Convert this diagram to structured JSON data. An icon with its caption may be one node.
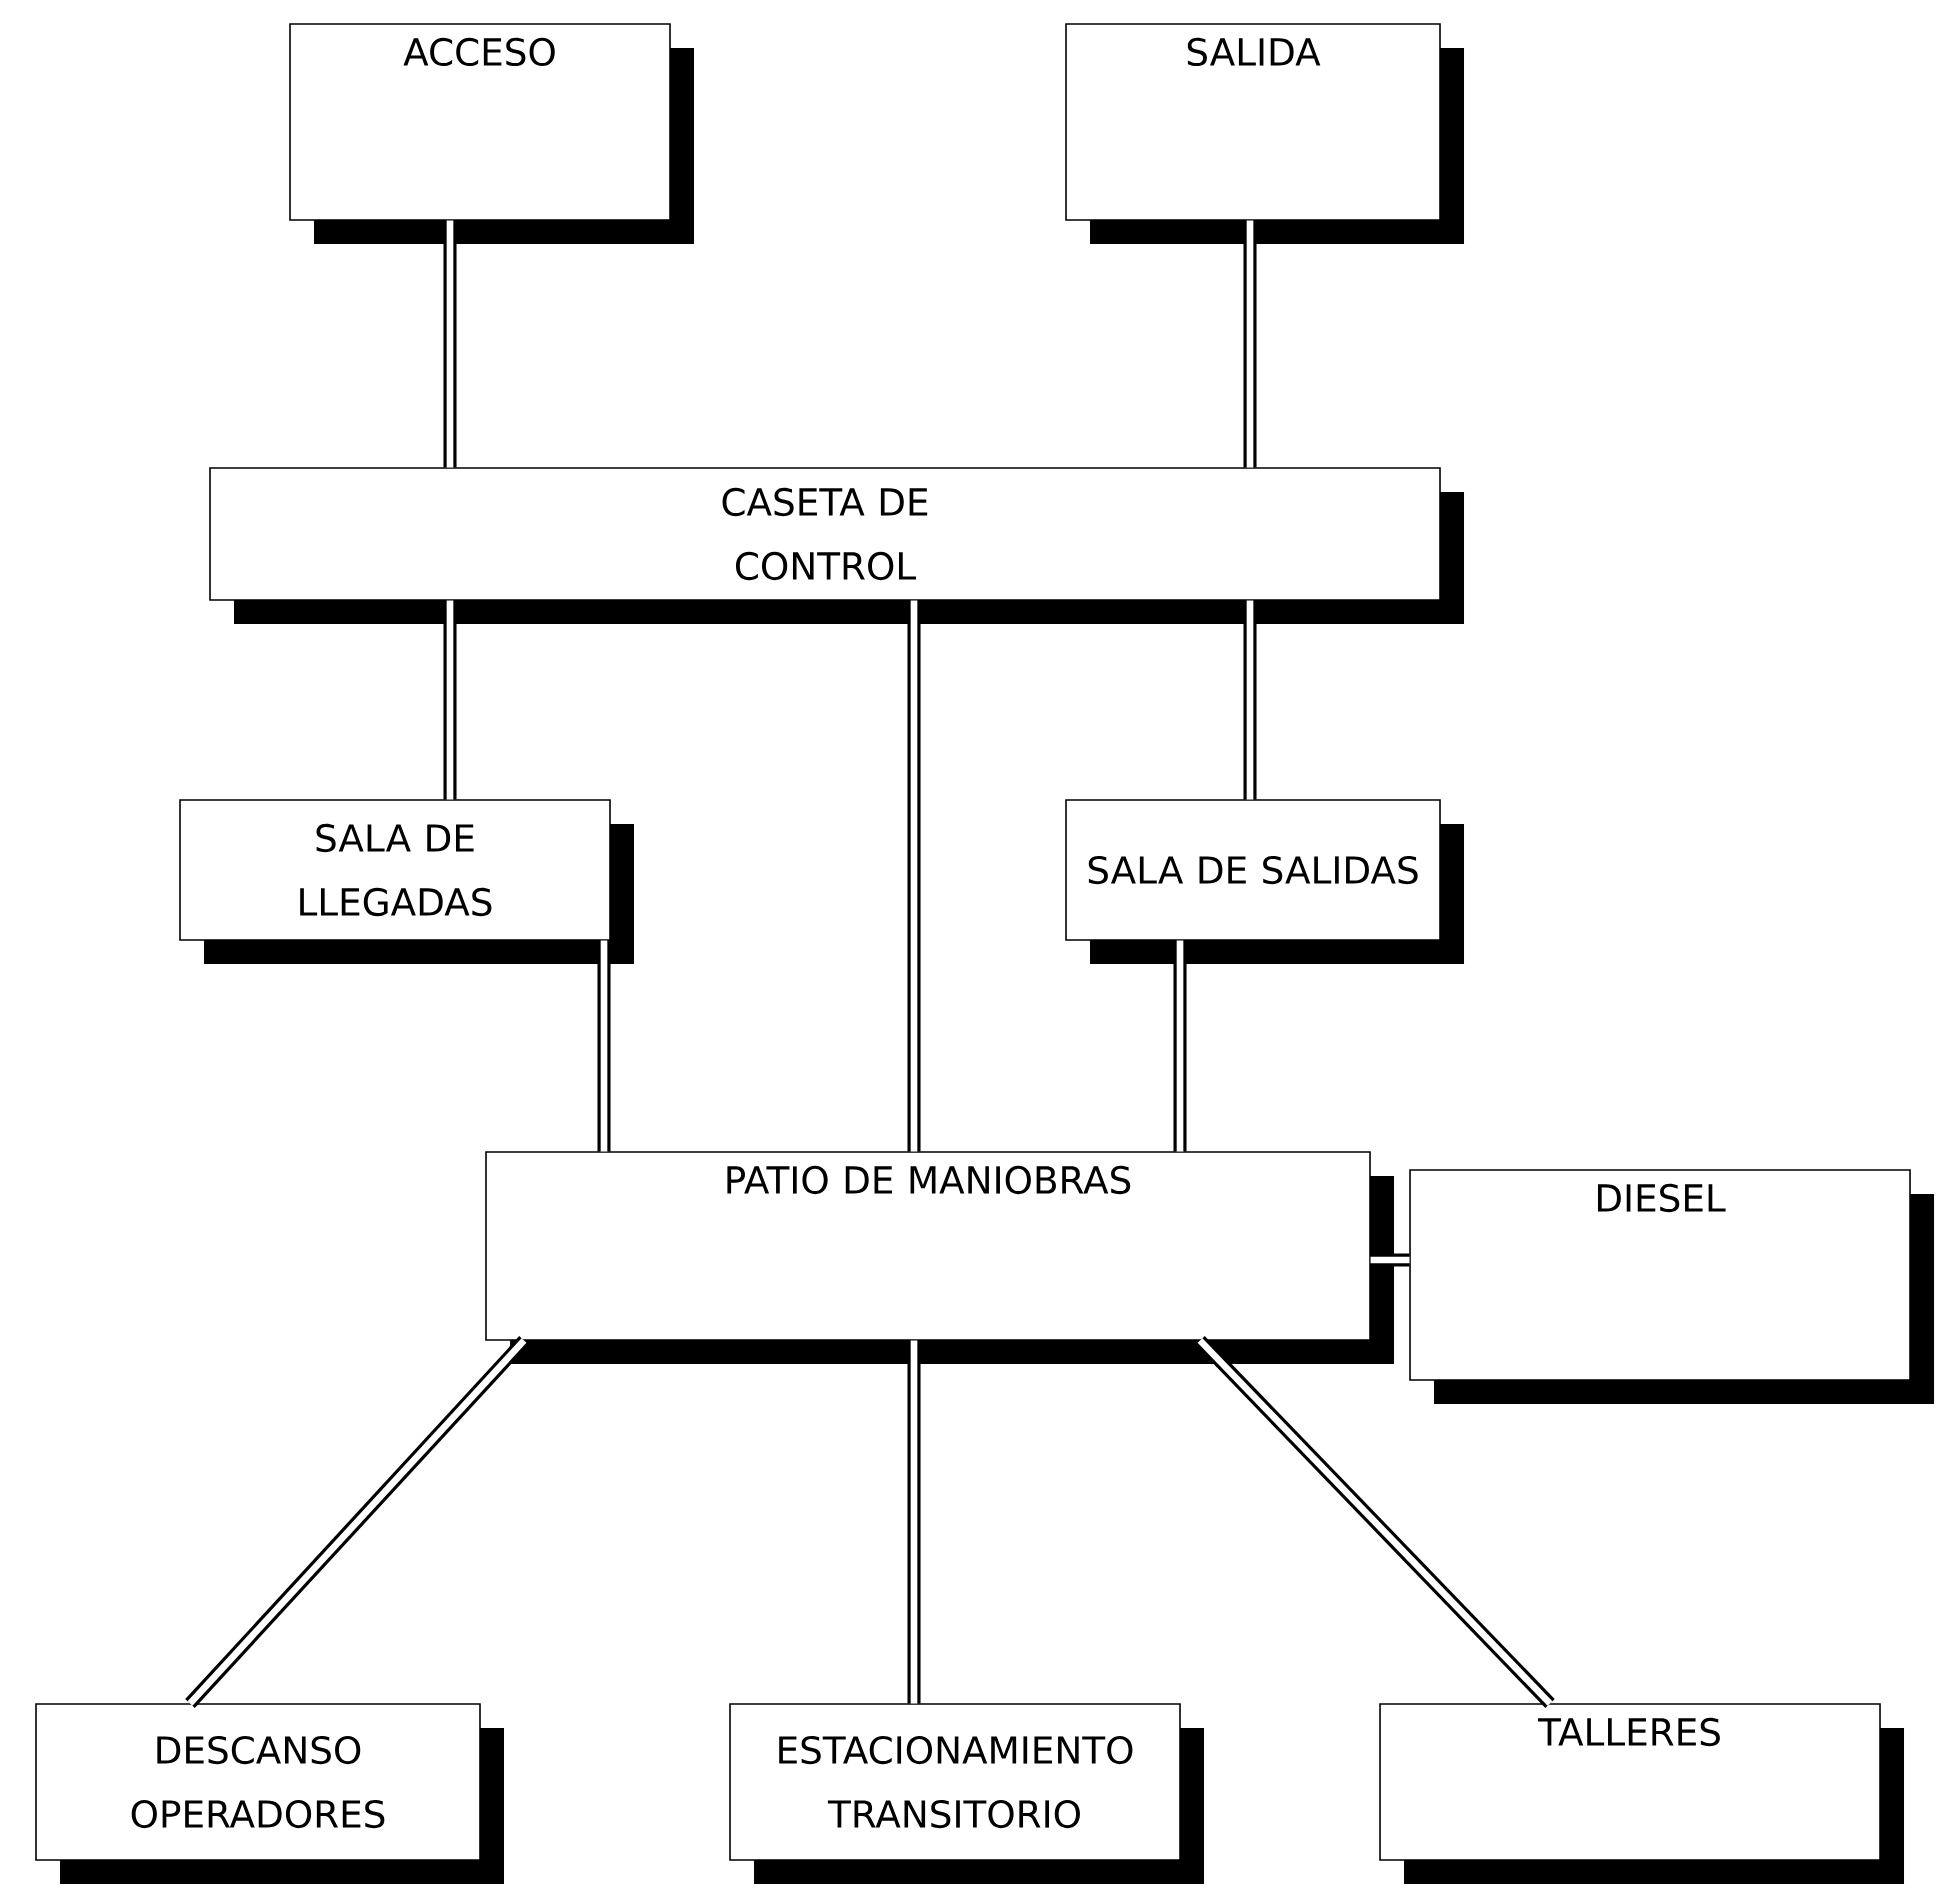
{
  "diagram": {
    "nodes": [
      {
        "text": [
          "ACCESO"
        ]
      },
      {
        "text": [
          "SALIDA"
        ]
      },
      {
        "text": [
          "CASETA DE CONTROL"
        ]
      },
      {
        "text": [
          "SALA DE LLEGADAS"
        ]
      },
      {
        "text": [
          "SALA DE SALIDAS"
        ]
      },
      {
        "text": [
          "PATIO DE MANIOBRAS"
        ]
      },
      {
        "text": [
          "DIESEL"
        ]
      },
      {
        "text": [
          "DESCANSO OPERADORES"
        ]
      },
      {
        "text": [
          "ESTACIONAMIENTO TRANSITORIO"
        ]
      },
      {
        "text": [
          "TALLERES"
        ]
      }
    ],
    "edges": [
      {
        "from": 0,
        "to": 2,
        "arrow": "none"
      },
      {
        "from": 1,
        "to": 2,
        "arrow": "none"
      },
      {
        "from": 2,
        "to": 3,
        "arrow": "none"
      },
      {
        "from": 2,
        "to": 5,
        "arrow": "none"
      },
      {
        "from": 2,
        "to": 4,
        "arrow": "none"
      },
      {
        "from": 3,
        "to": 5,
        "arrow": "none"
      },
      {
        "from": 4,
        "to": 5,
        "arrow": "none"
      },
      {
        "from": 5,
        "to": 6,
        "arrow": "none"
      },
      {
        "from": 5,
        "to": 7,
        "arrow": "none"
      },
      {
        "from": 5,
        "to": 8,
        "arrow": "none"
      },
      {
        "from": 5,
        "to": 9,
        "arrow": "none"
      }
    ]
  }
}
